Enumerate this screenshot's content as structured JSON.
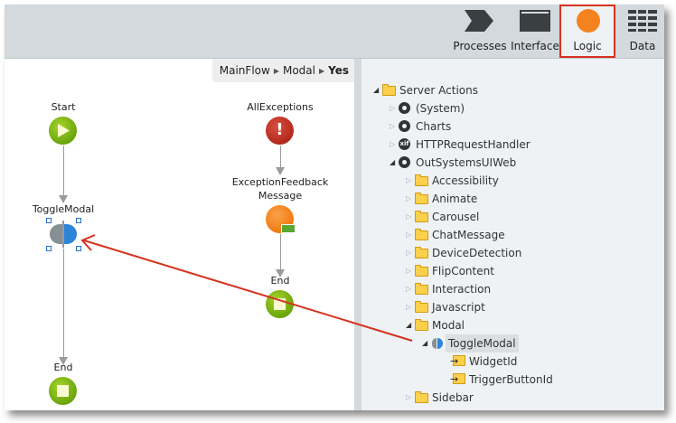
{
  "header": {
    "tabs": [
      {
        "label": "Processes",
        "icon": "processes-chevron-icon",
        "active": false
      },
      {
        "label": "Interface",
        "icon": "interface-window-icon",
        "active": false
      },
      {
        "label": "Logic",
        "icon": "logic-orange-circle-icon",
        "active": true
      },
      {
        "label": "Data",
        "icon": "data-grid-icon",
        "active": false
      }
    ],
    "highlight_color": "#d4331f"
  },
  "breadcrumb": {
    "items": [
      "MainFlow",
      "Modal"
    ],
    "current": "Yes"
  },
  "flow": {
    "nodes": {
      "start": {
        "label": "Start"
      },
      "toggle_modal": {
        "label": "ToggleModal"
      },
      "end_left": {
        "label": "End"
      },
      "all_exceptions": {
        "label": "AllExceptions"
      },
      "exception_feedback_line1": {
        "label": "ExceptionFeedback"
      },
      "exception_feedback_line2": {
        "label": "Message"
      },
      "end_right": {
        "label": "End"
      }
    },
    "colors": {
      "start_end": "#7ab317",
      "exception": "#b9302a",
      "action": "#f58220",
      "drag_arrow": "#d4331f"
    }
  },
  "tree": {
    "items": [
      {
        "label": "Server Actions",
        "level": 0,
        "expanded": true,
        "icon": "folder-open-icon"
      },
      {
        "label": "(System)",
        "level": 1,
        "expanded": false,
        "icon": "module-icon"
      },
      {
        "label": "Charts",
        "level": 1,
        "expanded": false,
        "icon": "module-icon"
      },
      {
        "label": "HTTPRequestHandler",
        "level": 1,
        "expanded": false,
        "icon": "xif-icon",
        "icon_text": "xif"
      },
      {
        "label": "OutSystemsUIWeb",
        "level": 1,
        "expanded": true,
        "icon": "module-icon"
      },
      {
        "label": "Accessibility",
        "level": 2,
        "expanded": false,
        "icon": "folder-icon"
      },
      {
        "label": "Animate",
        "level": 2,
        "expanded": false,
        "icon": "folder-icon"
      },
      {
        "label": "Carousel",
        "level": 2,
        "expanded": false,
        "icon": "folder-icon"
      },
      {
        "label": "ChatMessage",
        "level": 2,
        "expanded": false,
        "icon": "folder-icon"
      },
      {
        "label": "DeviceDetection",
        "level": 2,
        "expanded": false,
        "icon": "folder-icon"
      },
      {
        "label": "FlipContent",
        "level": 2,
        "expanded": false,
        "icon": "folder-icon"
      },
      {
        "label": "Interaction",
        "level": 2,
        "expanded": false,
        "icon": "folder-icon"
      },
      {
        "label": "Javascript",
        "level": 2,
        "expanded": false,
        "icon": "folder-icon"
      },
      {
        "label": "Modal",
        "level": 2,
        "expanded": true,
        "icon": "folder-open-icon"
      },
      {
        "label": "ToggleModal",
        "level": 3,
        "expanded": true,
        "icon": "client-action-icon",
        "selected": true
      },
      {
        "label": "WidgetId",
        "level": 4,
        "icon": "input-parameter-icon"
      },
      {
        "label": "TriggerButtonId",
        "level": 4,
        "icon": "input-parameter-icon"
      },
      {
        "label": "Sidebar",
        "level": 2,
        "expanded": false,
        "icon": "folder-icon"
      }
    ]
  }
}
